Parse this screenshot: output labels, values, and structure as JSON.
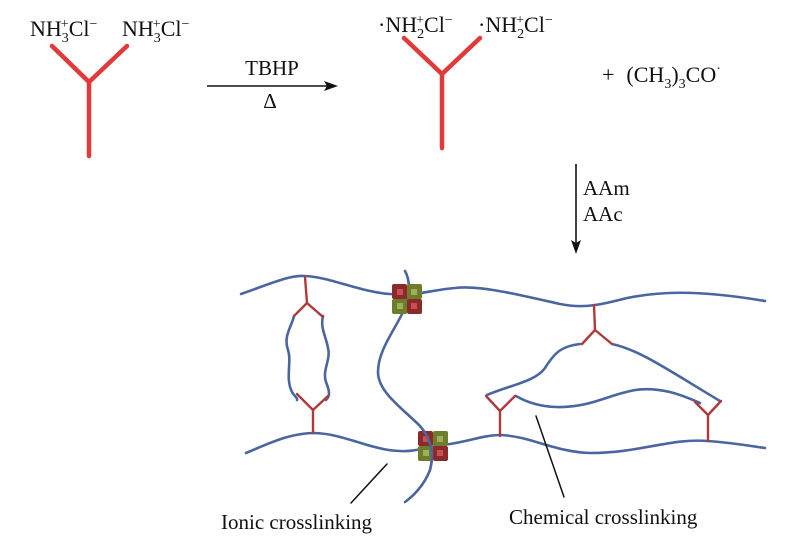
{
  "colors": {
    "crosslinker": "#e03a3a",
    "crosslinker_dark": "#b03a3a",
    "polymer_chain": "#4a66a0",
    "ionic_red": "#8a2a2a",
    "ionic_red_inner": "#c85050",
    "ionic_green": "#6d7d2c",
    "ionic_green_inner": "#9cb05a",
    "text": "#111111"
  },
  "reactant": {
    "group_left": {
      "base": "NH",
      "sub": "3",
      "sup": "+",
      "counter": "Cl",
      "counter_sup": "−"
    },
    "group_right": {
      "base": "NH",
      "sub": "3",
      "sup": "+",
      "counter": "Cl",
      "counter_sup": "−"
    }
  },
  "reaction_arrow": {
    "above": "TBHP",
    "below": "Δ"
  },
  "product": {
    "group_left": {
      "radical": "·",
      "base": "NH",
      "sub": "2",
      "sup": "+",
      "counter": "Cl",
      "counter_sup": "−"
    },
    "group_right": {
      "radical": "·",
      "base": "NH",
      "sub": "2",
      "sup": "+",
      "counter": "Cl",
      "counter_sup": "−"
    }
  },
  "byproduct": {
    "plus": "+",
    "open": "(CH",
    "sub1": "3",
    "close": ")",
    "sub2": "3",
    "tail": "CO",
    "radical": "·"
  },
  "monomer_arrow": {
    "line1": "AAm",
    "line2": "AAc"
  },
  "network": {
    "labels": {
      "ionic": "Ionic crosslinking",
      "chemical": "Chemical crosslinking"
    }
  }
}
